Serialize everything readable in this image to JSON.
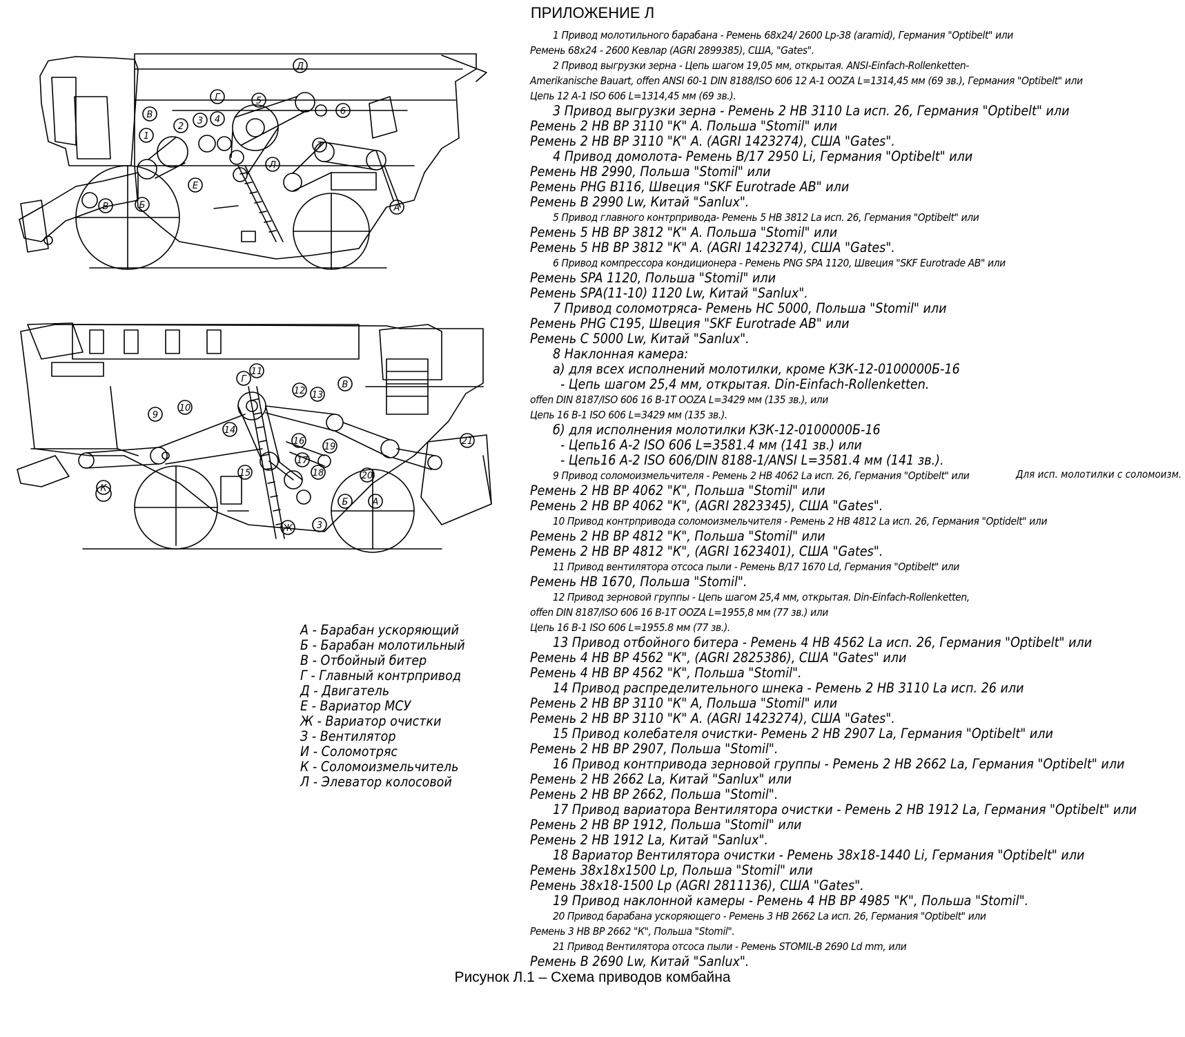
{
  "header": {
    "title": "ПРИЛОЖЕНИЕ Л"
  },
  "figure": {
    "caption": "Рисунок Л.1 – Схема приводов комбайна"
  },
  "spec_lines": [
    "1 Привод молотильного барабана - Ремень 68х24/ 2600 Lp-38 (aramid), Германия \"Optibelt\" или",
    "Ремень 68х24 - 2600 Кевлар (AGRI 2899385), США, \"Gates\".",
    "2 Привод выгрузки зерна - Цепь шагом 19,05 мм, открытая. ANSI-Einfach-Rollenketten-",
    "Amerikanische Bauart, offen ANSI 60-1 DIN 8188/ISO 606 12 A-1 OOZA L=1314,45 мм (69 зв.), Германия \"Optibelt\" или",
    "Цепь 12 A-1 ISO 606 L=1314,45 мм (69 зв.).",
    "3 Привод выгрузки зерна - Ремень 2 НВ 3110 La исп. 26, Германия \"Optibelt\" или",
    "Ремень 2 НВ ВР 3110 \"К\" А. Польша \"Stomil\" или",
    "Ремень 2 НВ ВР 3110 \"К\" А. (AGRI 1423274), США \"Gates\".",
    "4 Привод домолота- Ремень В/17 2950 Li, Германия \"Optibelt\" или",
    "Ремень НВ 2990, Польша \"Stomil\" или",
    "Ремень PHG B116, Швеция \"SKF Eurotrade AB\" или",
    "Ремень В 2990 Lw, Китай \"Sanlux\".",
    "5 Привод главного контрпривода- Ремень 5 НВ 3812 La исп. 26, Германия \"Optibelt\" или",
    "Ремень 5 НВ ВР 3812 \"К\" А. Польша \"Stomil\" или",
    "Ремень 5 НВ ВР 3812 \"К\" А. (AGRI 1423274), США \"Gates\".",
    "6 Привод компрессора кондиционера - Ремень PNG SPA 1120, Швеция \"SKF Eurotrade AB\" или",
    "Ремень SPA 1120, Польша \"Stomil\" или",
    "Ремень SPA(11-10) 1120 Lw, Китай \"Sanlux\".",
    "7 Привод соломотряса- Ремень НС 5000, Польша \"Stomil\" или",
    "Ремень PHG C195, Швеция \"SKF Eurotrade AB\" или",
    "Ремень С 5000 Lw, Китай \"Sanlux\".",
    "8 Наклонная камера:",
    "а) для всех исполнений молотилки, кроме КЗК-12-0100000Б-16",
    "- Цепь шагом 25,4 мм, открытая. Din-Einfach-Rollenketten.",
    "offen DIN 8187/ISO 606 16 B-1T OOZA L=3429 мм (135 зв.), или",
    "Цепь 16 В-1 ISO 606 L=3429 мм (135 зв.).",
    "б) для исполнения молотилки КЗК-12-0100000Б-16",
    "- Цепь16 А-2 ISO 606 L=3581.4 мм (141 зв.) или",
    "- Цепь16 А-2 ISO 606/DIN 8188-1/ANSI L=3581.4 мм (141 зв.).",
    "9 Привод соломоизмельчителя - Ремень 2 НВ 4062 La исп. 26, Германия \"Optibelt\" или",
    "Ремень 2 НВ ВР 4062 \"К\", Польша \"Stomil\" или",
    "Ремень 2 НВ ВР 4062 \"К\", (AGRI 2823345), США \"Gates\".",
    "10 Привод контрпривода соломоизмельчителя - Ремень 2 НВ 4812 La исп. 26, Германия \"Optidelt\" или",
    "Ремень 2 НВ ВР 4812 \"К\", Польша \"Stomil\" или",
    "Ремень 2 НВ ВР 4812 \"К\", (AGRI 1623401), США \"Gates\".",
    "11 Привод вентилятора отсоса пыли - Ремень В/17 1670 Ld, Германия \"Optibelt\" или",
    "Ремень НВ 1670, Польша \"Stomil\".",
    "12 Привод зерновой группы - Цепь шагом 25,4 мм, открытая. Din-Einfach-Rollenketten,",
    "offen DIN 8187/ISO 606 16 B-1T OOZA L=1955,8 мм (77 зв.) или",
    "Цепь 16 В-1 ISO 606 L=1955.8 мм (77 зв.).",
    "13 Привод отбойного битера - Ремень 4 НВ 4562 La исп. 26, Германия \"Optibelt\" или",
    "Ремень 4 НВ ВР 4562 \"К\", (AGRI 2825386), США \"Gates\" или",
    "Ремень 4 НВ ВР 4562 \"К\", Польша \"Stomil\".",
    "14 Привод распределительного шнека - Ремень 2 НВ 3110 La исп. 26 или",
    "Ремень 2 НВ ВР 3110 \"К\" А, Польша \"Stomil\" или",
    "Ремень 2 НВ ВР 3110 \"К\" А. (AGRI 1423274), США \"Gates\".",
    "15 Привод колебателя очистки- Ремень 2 НВ 2907 La, Германия \"Optibelt\" или",
    "Ремень 2 НВ ВР 2907, Польша \"Stomil\".",
    "16 Привод контпривода зерновой группы - Ремень 2 НВ 2662 La, Германия \"Optibelt\" или",
    "Ремень 2 НВ 2662 La, Китай \"Sanlux\" или",
    "Ремень 2 НВ ВР 2662, Польша \"Stomil\".",
    "17 Привод вариатора Вентилятора очистки - Ремень 2 НВ 1912 La, Германия \"Optibelt\" или",
    "Ремень 2 НВ ВР 1912, Польша \"Stomil\" или",
    "Ремень 2 НВ 1912 La, Китай \"Sanlux\".",
    "18 Вариатор Вентилятора очистки - Ремень 38х18-1440 Li, Германия \"Optibelt\" или",
    "Ремень 38х18х1500 Lp, Польша \"Stomil\" или",
    "Ремень 38х18-1500 Lp (AGRI 2811136), США \"Gates\".",
    "19 Привод наклонной камеры - Ремень 4 НВ ВР 4985 \"К\", Польша \"Stomil\".",
    "20 Привод барабана ускоряющего - Ремень 3 НВ 2662 La исп. 26, Германия \"Optibelt\" или",
    "Ремень 3 НВ ВР 2662 \"К\", Польша \"Stomil\".",
    "21 Привод Вентилятора отсоса пыли - Ремень STOMIL-B 2690 Ld mm, или",
    "Ремень В 2690 Lw, Китай \"Sanlux\"."
  ],
  "note": "Для исп. молотилки с соломоизм.",
  "legend": [
    "А - Барабан ускоряющий",
    "Б - Барабан молотильный",
    "В - Отбойный битер",
    "Г - Главный контрпривод",
    "Д - Двигатель",
    "Е - Вариатор МСУ",
    "Ж - Вариатор очистки",
    "З - Вентилятор",
    "И - Соломотряс",
    "К - Соломоизмельчитель",
    "Л - Элеватор колосовой"
  ],
  "top_labels": [
    "1",
    "2",
    "3",
    "4",
    "5",
    "6",
    "7",
    "А",
    "Б",
    "В",
    "В",
    "Г",
    "Д",
    "Е",
    "Л",
    "И"
  ],
  "bottom_labels": [
    "9",
    "10",
    "11",
    "12",
    "13",
    "14",
    "15",
    "16",
    "17",
    "18",
    "19",
    "20",
    "21",
    "3",
    "Г",
    "В",
    "К",
    "Б",
    "А",
    "Ж"
  ]
}
